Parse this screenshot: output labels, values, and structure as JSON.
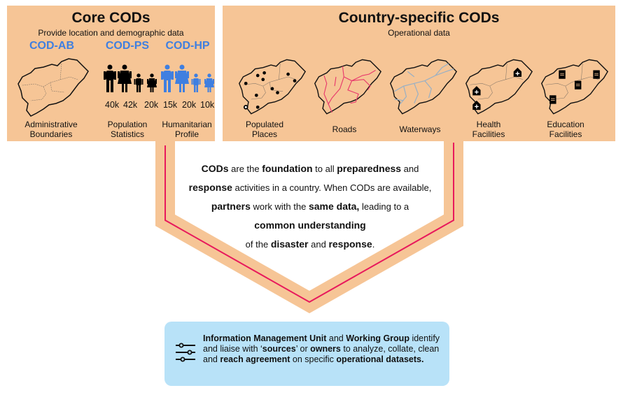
{
  "core": {
    "title": "Core CODs",
    "subtitle": "Provide location and demographic data",
    "items": [
      {
        "code": "COD-AB",
        "label_line1": "Administrative",
        "label_line2": "Boundaries",
        "icon": "map-admin-boundaries-icon"
      },
      {
        "code": "COD-PS",
        "label_line1": "Population",
        "label_line2": "Statistics",
        "icon": "people-black-icon",
        "values": [
          "40k",
          "42k",
          "20k"
        ]
      },
      {
        "code": "COD-HP",
        "label_line1": "Humanitarian",
        "label_line2": "Profile",
        "icon": "people-blue-icon",
        "values": [
          "15k",
          "20k",
          "10k"
        ]
      }
    ]
  },
  "country": {
    "title": "Country-specific CODs",
    "subtitle": "Operational data",
    "items": [
      {
        "label_line1": "Populated",
        "label_line2": "Places",
        "icon": "map-populated-places-icon"
      },
      {
        "label_line1": "Roads",
        "label_line2": "",
        "icon": "map-roads-icon"
      },
      {
        "label_line1": "Waterways",
        "label_line2": "",
        "icon": "map-waterways-icon"
      },
      {
        "label_line1": "Health",
        "label_line2": "Facilities",
        "icon": "map-health-facilities-icon"
      },
      {
        "label_line1": "Education",
        "label_line2": "Facilities",
        "icon": "map-education-facilities-icon"
      }
    ]
  },
  "center": {
    "line1": [
      {
        "t": "CODs",
        "b": true
      },
      {
        "t": " are the ",
        "b": false
      },
      {
        "t": "foundation",
        "b": true
      },
      {
        "t": " to all ",
        "b": false
      },
      {
        "t": "preparedness",
        "b": true
      },
      {
        "t": " and",
        "b": false
      }
    ],
    "line2": [
      {
        "t": "response",
        "b": true
      },
      {
        "t": " activities in a country. When CODs are available,",
        "b": false
      }
    ],
    "line3": [
      {
        "t": "partners",
        "b": true
      },
      {
        "t": " work with the ",
        "b": false
      },
      {
        "t": "same data,",
        "b": true
      },
      {
        "t": " leading to a",
        "b": false
      }
    ],
    "line4": [
      {
        "t": "common understanding",
        "b": true
      }
    ],
    "line5": [
      {
        "t": "of the ",
        "b": false
      },
      {
        "t": "disaster",
        "b": true
      },
      {
        "t": " and ",
        "b": false
      },
      {
        "t": "response",
        "b": true
      },
      {
        "t": ".",
        "b": false
      }
    ]
  },
  "im": {
    "icon": "sliders-icon",
    "segments": [
      {
        "t": "Information Management Unit",
        "b": true
      },
      {
        "t": " and ",
        "b": false
      },
      {
        "t": "Working Group",
        "b": true
      },
      {
        "t": " identify and liaise with ‘",
        "b": false
      },
      {
        "t": "sources",
        "b": true
      },
      {
        "t": "’ or ",
        "b": false
      },
      {
        "t": "owners",
        "b": true
      },
      {
        "t": " to analyze, collate, clean and ",
        "b": false
      },
      {
        "t": "reach agreement",
        "b": true
      },
      {
        "t": " on specific ",
        "b": false
      },
      {
        "t": "operational datasets.",
        "b": true
      }
    ]
  },
  "colors": {
    "box_fill": "#f6c596",
    "code_blue": "#3f7fe0",
    "accent_pink": "#e8195c",
    "info_box": "#b8e2f8",
    "road_pink": "#e8396c",
    "water_blue": "#9ab0c4"
  }
}
